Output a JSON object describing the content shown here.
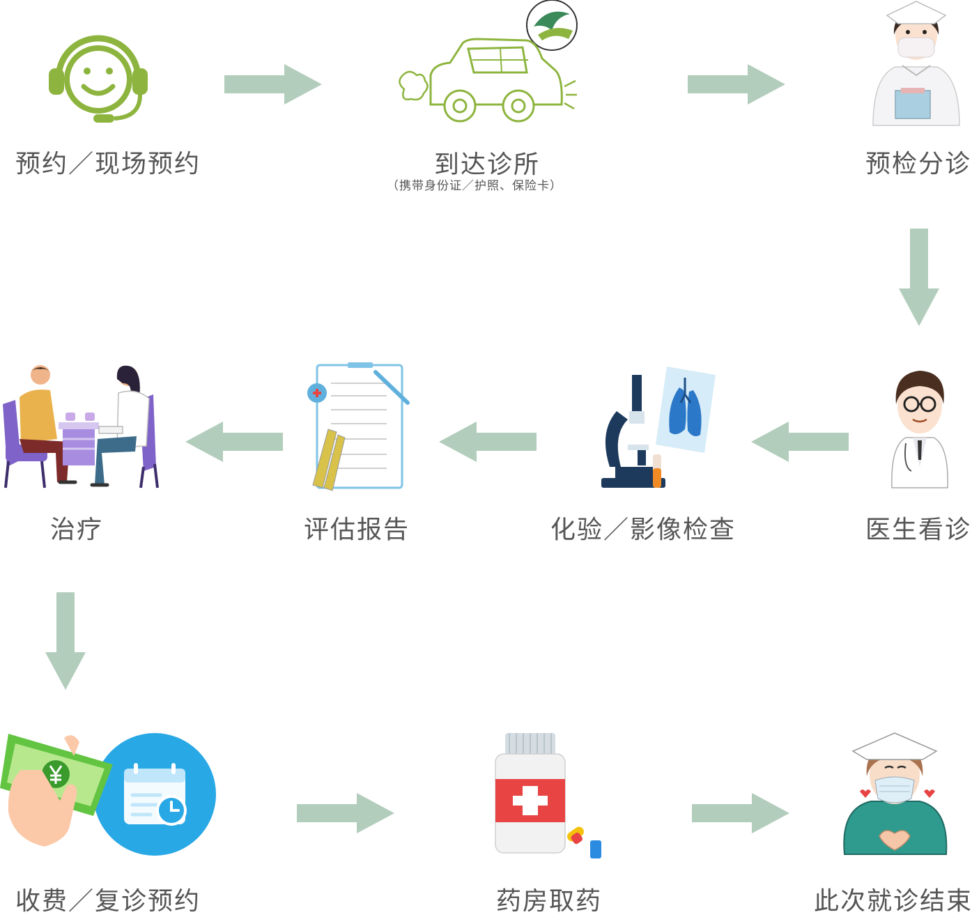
{
  "steps": [
    {
      "label": "预约／现场预约",
      "icon": "customer-service-headset-icon"
    },
    {
      "label": "到达诊所",
      "sublabel": "（携带身份证／护照、保险卡）",
      "icon": "car-icon"
    },
    {
      "label": "预检分诊",
      "icon": "nurse-icon"
    },
    {
      "label": "医生看诊",
      "icon": "doctor-icon"
    },
    {
      "label": "化验／影像检查",
      "icon": "microscope-xray-icon"
    },
    {
      "label": "评估报告",
      "icon": "clipboard-report-icon"
    },
    {
      "label": "治疗",
      "icon": "consultation-icon"
    },
    {
      "label": "收费／复诊预约",
      "icon": "payment-calendar-icon"
    },
    {
      "label": "药房取药",
      "icon": "medicine-bottle-icon"
    },
    {
      "label": "此次就诊结束",
      "icon": "masked-nurse-icon"
    }
  ],
  "colors": {
    "arrow": "#b2cdbb",
    "text": "#555555",
    "icon_green": "#8db43e",
    "calendar_blue": "#29a8e6",
    "cross_red": "#e84444"
  }
}
